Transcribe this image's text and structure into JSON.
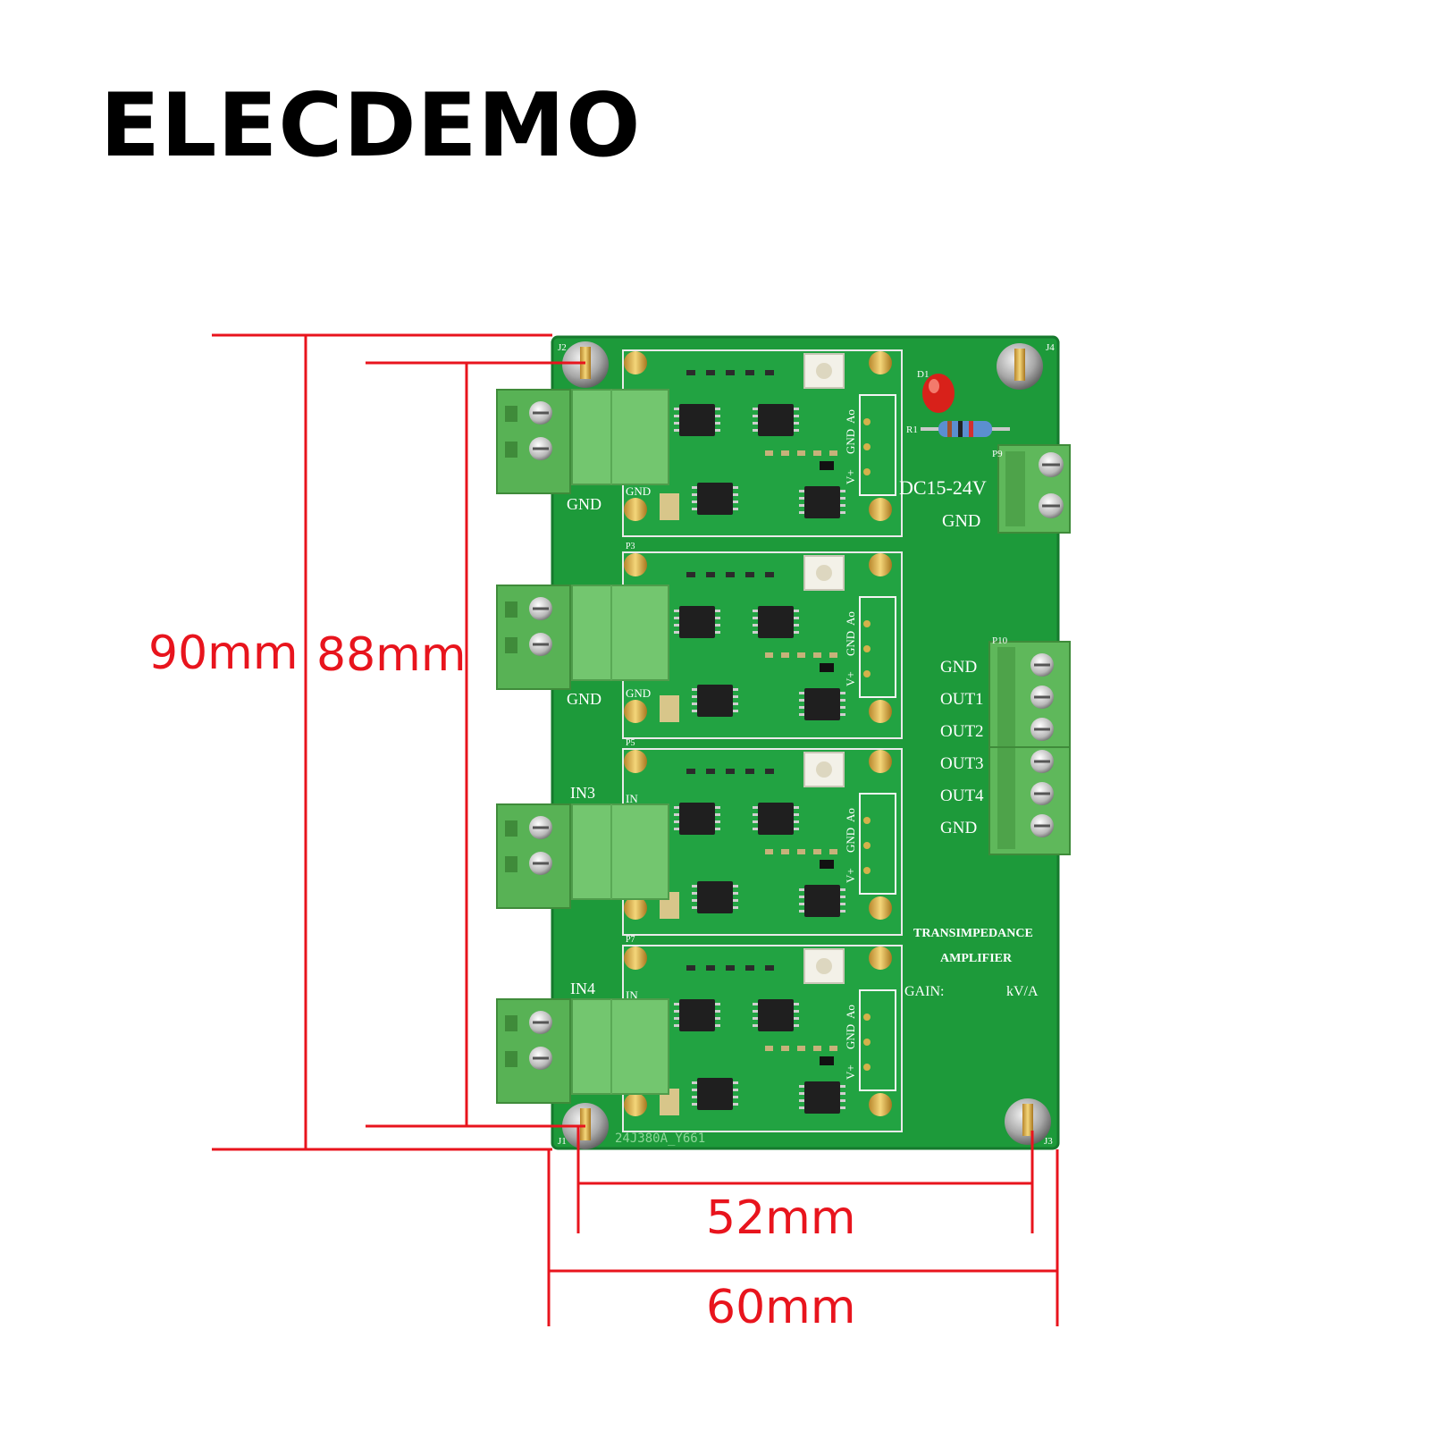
{
  "brand": "ELECDEMO",
  "dimensions": {
    "outer_height": "90mm",
    "hole_height": "88mm",
    "hole_width": "52mm",
    "outer_width": "60mm"
  },
  "colors": {
    "dimension_line": "#e8141d",
    "pcb": "#1d9a3a",
    "terminal_block": "#6ec06a",
    "silkscreen": "#ffffff"
  },
  "board_labels": {
    "power_input": "DC15-24V",
    "gnd": "GND",
    "in3": "IN3",
    "in4": "IN4",
    "in": "IN",
    "outputs": [
      "GND",
      "OUT1",
      "OUT2",
      "OUT3",
      "OUT4",
      "GND"
    ],
    "title_line1": "TRANSIMPEDANCE",
    "title_line2": "AMPLIFIER",
    "gain_label": "GAIN:",
    "gain_unit": "kV/A",
    "serial": "24J380A_Y661",
    "module_pins": [
      "V+",
      "GND",
      "Ao"
    ],
    "refs": {
      "j1": "J1",
      "j2": "J2",
      "j3": "J3",
      "j4": "J4",
      "d1": "D1",
      "r1": "R1",
      "p9": "P9",
      "p10": "P10",
      "p3": "P3",
      "p5": "P5",
      "p7": "P7"
    }
  }
}
